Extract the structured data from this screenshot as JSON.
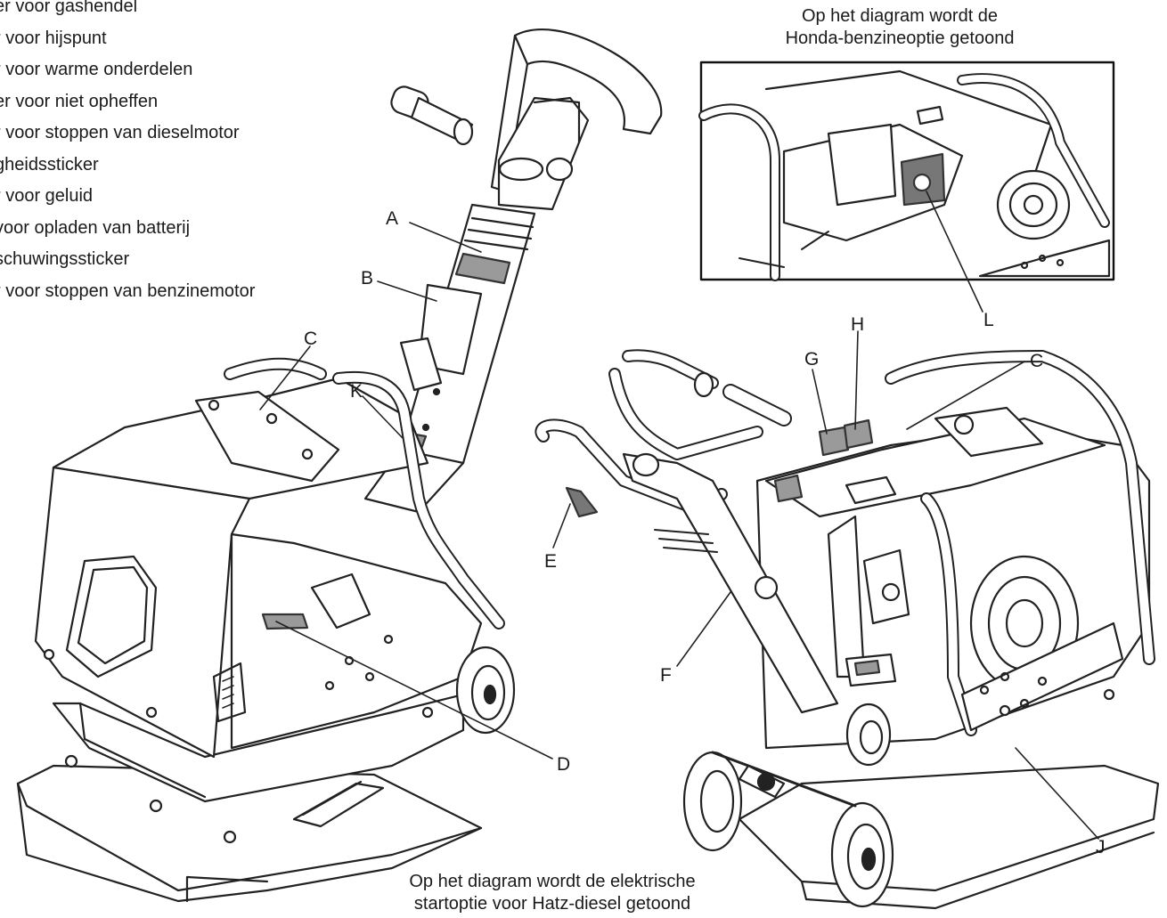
{
  "legend": {
    "items": [
      "er voor gashendel",
      "r voor hijspunt",
      "r voor warme onderdelen",
      "er voor niet opheffen",
      "r voor stoppen van dieselmotor",
      "gheidssticker",
      "r voor geluid",
      " voor opladen van batterij",
      "schuwingssticker",
      "r voor stoppen van benzinemotor"
    ]
  },
  "captions": {
    "honda_line1": "Op het diagram wordt de",
    "honda_line2": "Honda-benzineoptie getoond",
    "hatz_line1": "Op het diagram wordt de elektrische",
    "hatz_line2": "startoptie voor Hatz-diesel getoond"
  },
  "callouts": {
    "A": "A",
    "B": "B",
    "C_left": "C",
    "K": "K",
    "D": "D",
    "E": "E",
    "F": "F",
    "G": "G",
    "H": "H",
    "C_right": "C",
    "L": "L",
    "J": "J"
  }
}
